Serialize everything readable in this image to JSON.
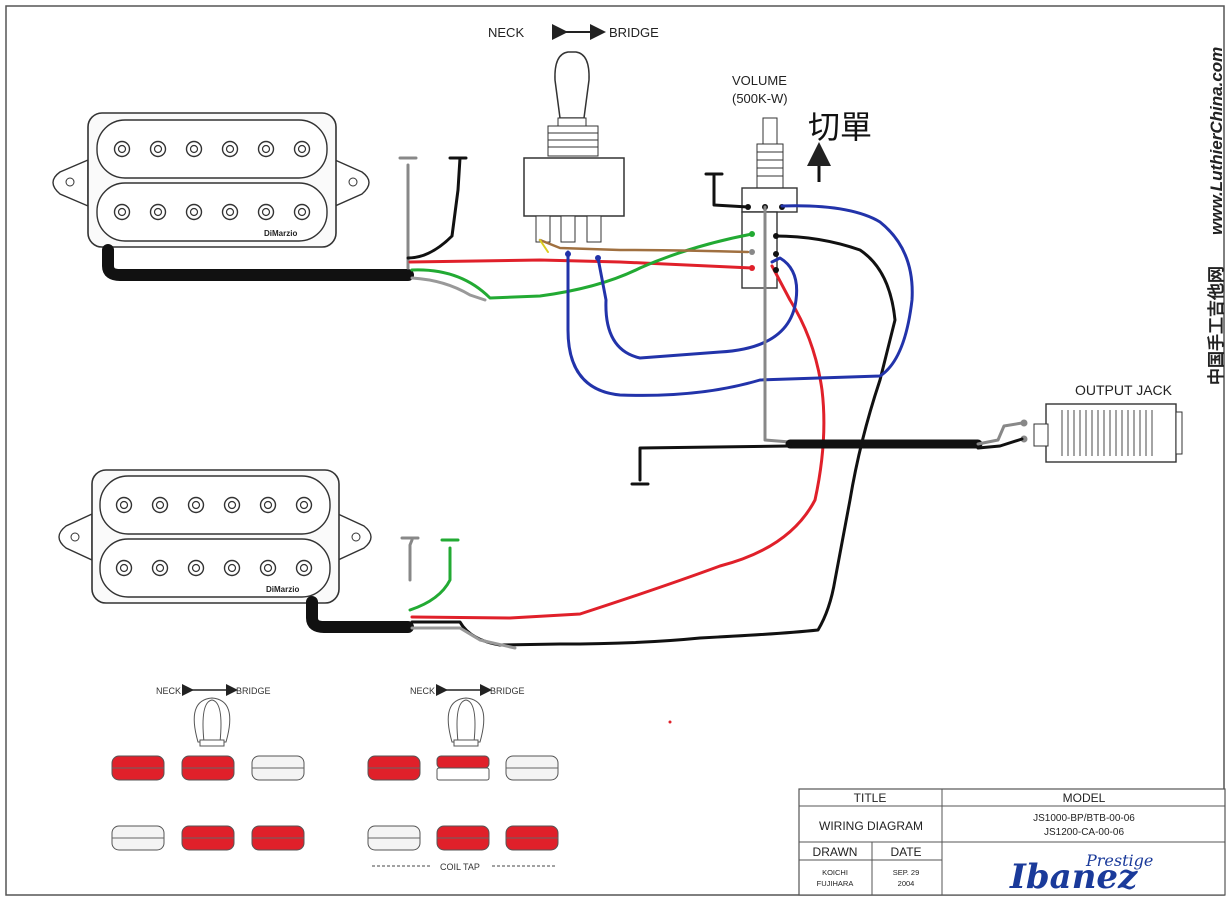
{
  "selector": {
    "neck_label": "NECK",
    "bridge_label": "BRIDGE"
  },
  "volume": {
    "label": "VOLUME",
    "value": "(500K-W)"
  },
  "annotation": {
    "handwritten": "切單"
  },
  "output_jack": {
    "label": "OUTPUT JACK"
  },
  "pickups": {
    "brand": "DiMarzio"
  },
  "watermark": {
    "url": "www.LuthierChina.com",
    "site_name": "中国手工吉他网"
  },
  "positions": {
    "left_neck": "NECK",
    "left_bridge": "BRIDGE",
    "right_neck": "NECK",
    "right_bridge": "BRIDGE",
    "coil_tap": "COIL TAP"
  },
  "title_block": {
    "title_header": "TITLE",
    "title_value": "WIRING DIAGRAM",
    "model_header": "MODEL",
    "model_line1": "JS1000-BP/BTB-00-06",
    "model_line2": "JS1200-CA-00-06",
    "drawn_header": "DRAWN",
    "drawn_line1": "KOICHI",
    "drawn_line2": "FUJIHARA",
    "date_header": "DATE",
    "date_line1": "SEP. 29",
    "date_line2": "2004",
    "logo_script": "Prestige",
    "logo_brand": "Ibanez"
  },
  "colors": {
    "red": "#e0202a",
    "blue": "#2233aa",
    "green": "#22aa33",
    "black": "#000000",
    "gray": "#888888"
  }
}
